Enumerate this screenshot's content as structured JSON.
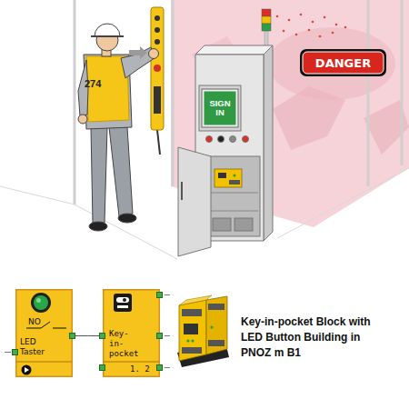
{
  "diagram": {
    "caption": "Key-in-pocket Block with LED Button Building in PNOZ m B1",
    "nodes": [
      {
        "text": [
          "DANGER"
        ]
      },
      {
        "text": [
          "SIGN IN"
        ]
      },
      {
        "text": [
          "NO",
          "LED Taster"
        ]
      },
      {
        "text": [
          "Key- in- pocket",
          "1. 2"
        ]
      }
    ],
    "edges": [
      {
        "from": 2,
        "to": 3,
        "arrow": "none"
      }
    ],
    "labels": [
      "274"
    ]
  }
}
